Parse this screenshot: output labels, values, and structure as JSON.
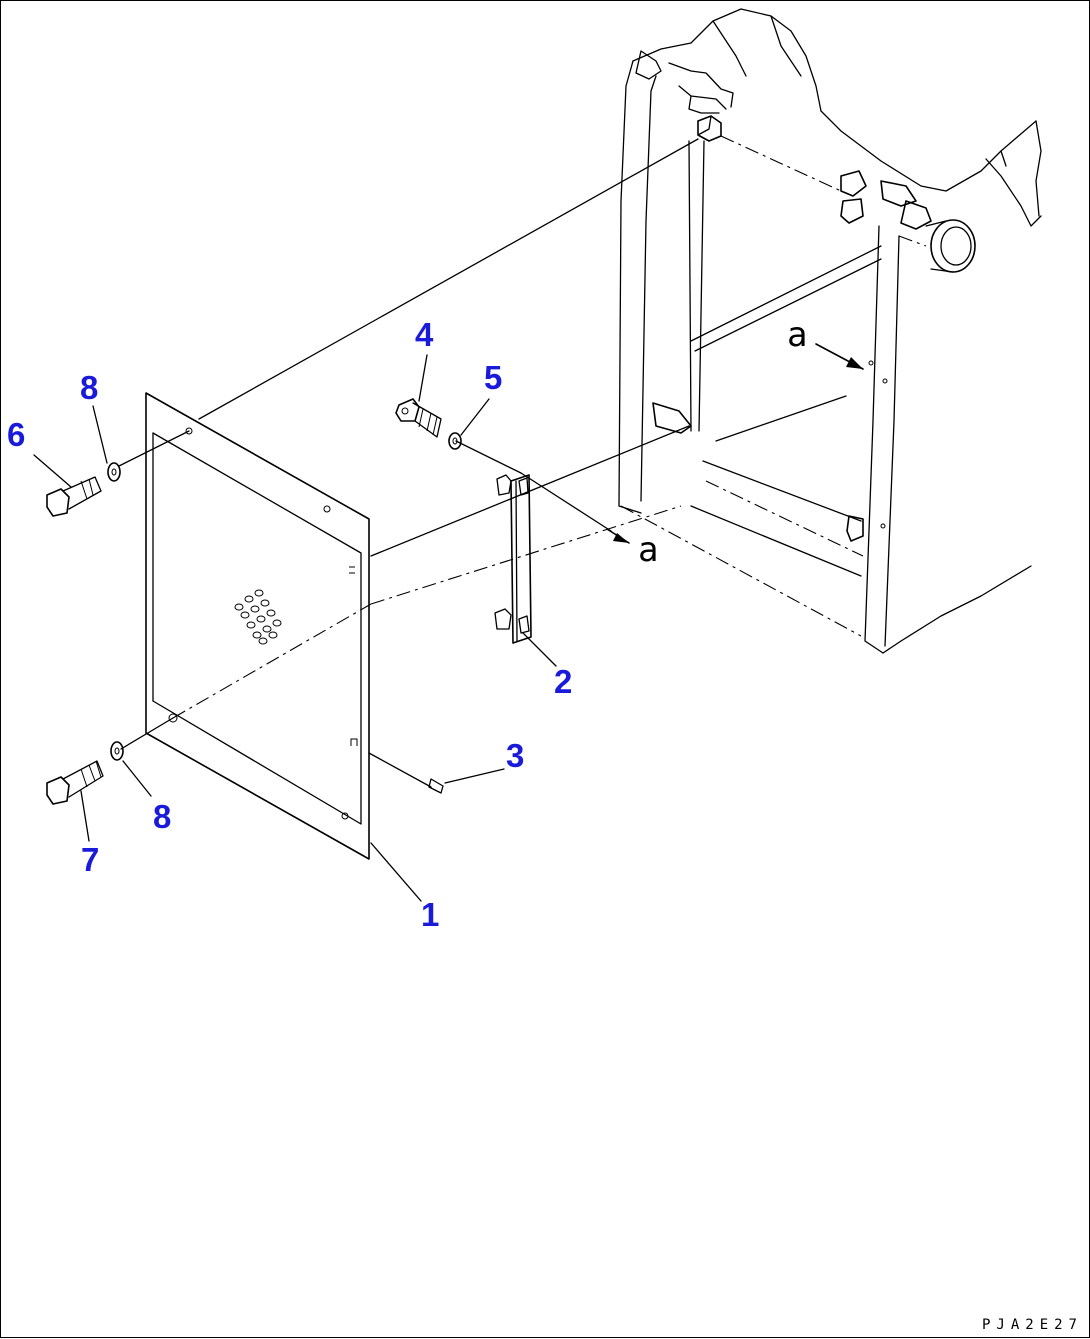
{
  "diagram": {
    "callouts": [
      {
        "id": "p1",
        "label": "1"
      },
      {
        "id": "p2",
        "label": "2"
      },
      {
        "id": "p3",
        "label": "3"
      },
      {
        "id": "p4",
        "label": "4"
      },
      {
        "id": "p5",
        "label": "5"
      },
      {
        "id": "p6",
        "label": "6"
      },
      {
        "id": "p7",
        "label": "7"
      },
      {
        "id": "p8a",
        "label": "8"
      },
      {
        "id": "p8b",
        "label": "8"
      }
    ],
    "view_markers": {
      "upper": "a",
      "lower": "a"
    },
    "drawing_code": "PJA2E27",
    "callout_color": "#1a1adb"
  }
}
